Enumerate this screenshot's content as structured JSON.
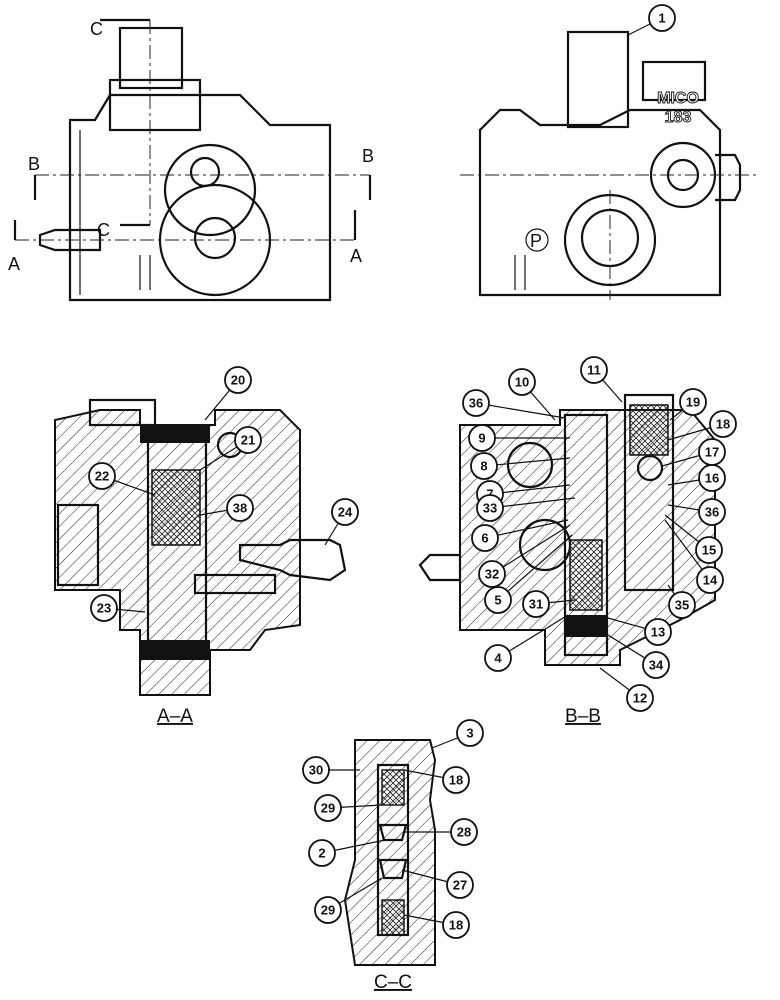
{
  "top_left_view": {
    "section_letters": [
      "C",
      "B",
      "A",
      "C",
      "B",
      "A"
    ]
  },
  "top_right_view": {
    "stamp_line1": "MICO",
    "stamp_line2": "183",
    "port_label": "P"
  },
  "sections": {
    "aa_label": "A–A",
    "bb_label": "B–B",
    "cc_label": "C–C"
  },
  "callouts": {
    "c1": "1",
    "c2": "2",
    "c3": "3",
    "c4": "4",
    "c5": "5",
    "c6": "6",
    "c7": "7",
    "c8": "8",
    "c9": "9",
    "c10": "10",
    "c11": "11",
    "c12": "12",
    "c13": "13",
    "c14": "14",
    "c15": "15",
    "c16": "16",
    "c17": "17",
    "c18a": "18",
    "c18b": "18",
    "c18c": "18",
    "c19": "19",
    "c20": "20",
    "c21": "21",
    "c22": "22",
    "c23": "23",
    "c24": "24",
    "c27": "27",
    "c28": "28",
    "c29a": "29",
    "c29b": "29",
    "c30": "30",
    "c31": "31",
    "c32": "32",
    "c33": "33",
    "c34": "34",
    "c35": "35",
    "c36a": "36",
    "c36b": "36",
    "c38": "38"
  }
}
